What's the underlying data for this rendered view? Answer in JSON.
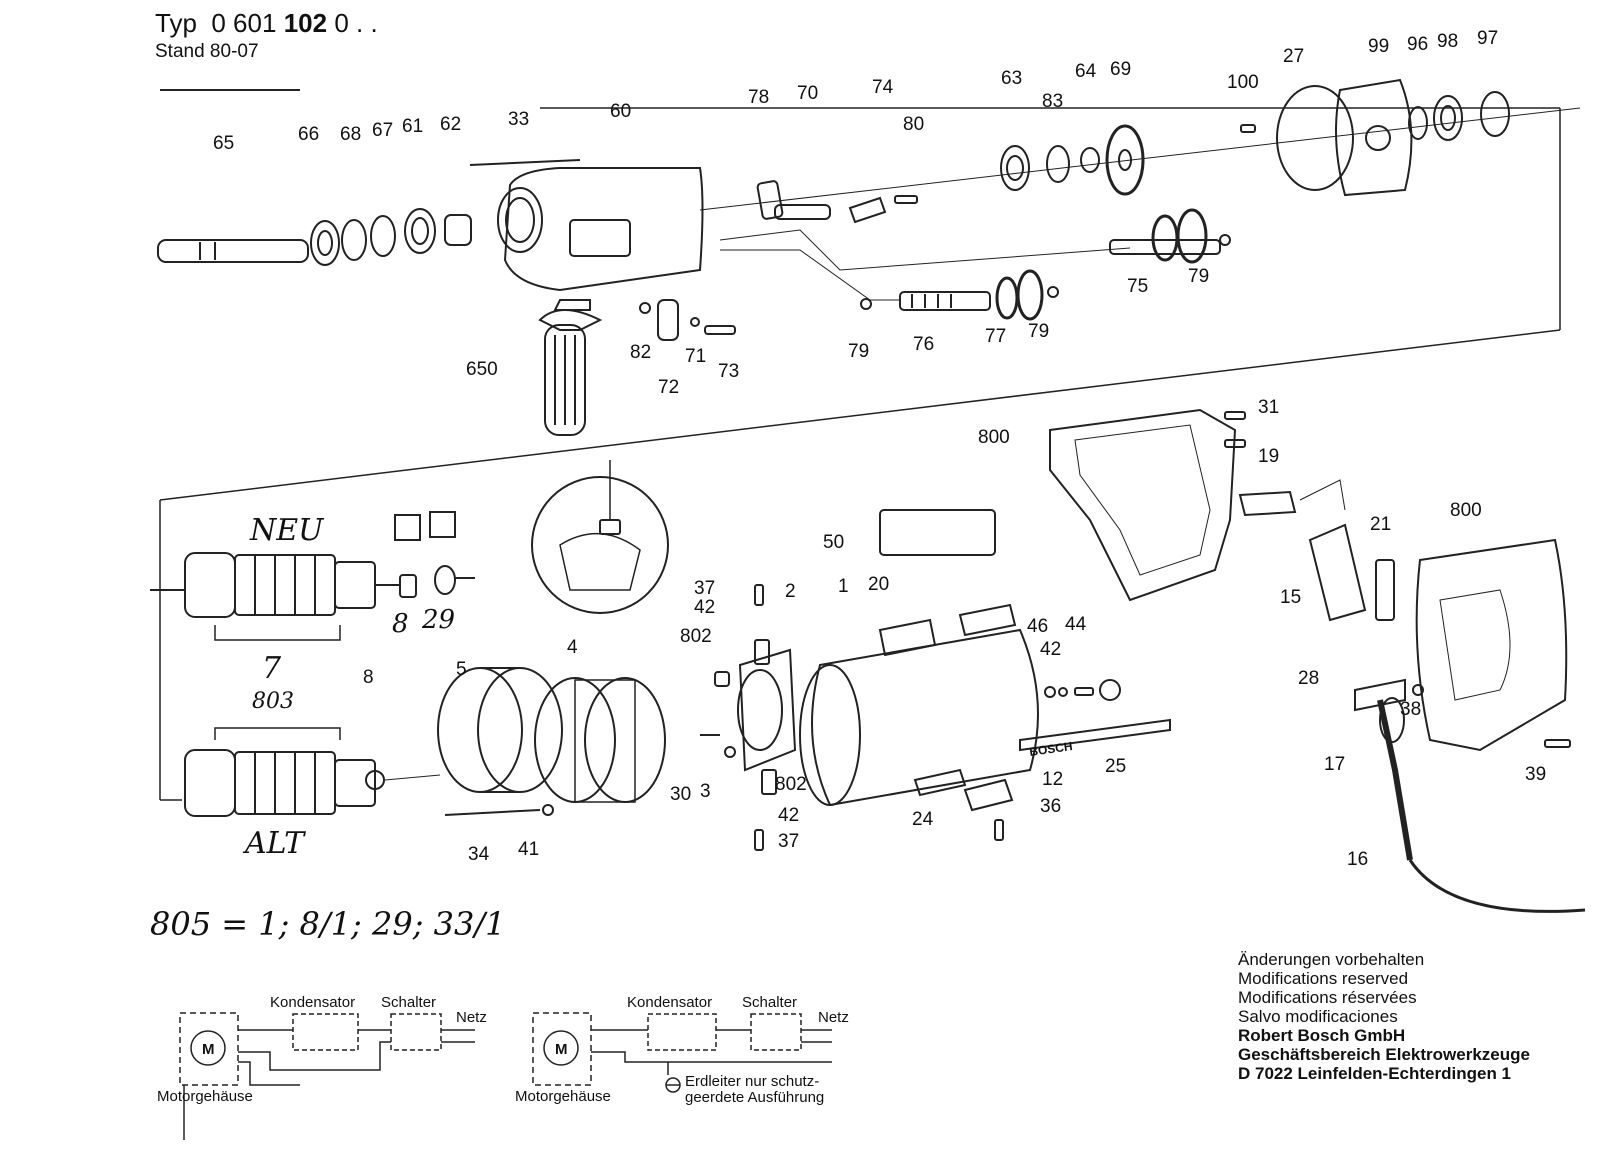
{
  "header": {
    "typ_label": "Typ",
    "typ_number": "0 601",
    "typ_number_bold": "102",
    "typ_suffix": "0 . .",
    "stand": "Stand 80-07"
  },
  "callouts": {
    "c65": "65",
    "c66": "66",
    "c68": "68",
    "c67": "67",
    "c61": "61",
    "c62": "62",
    "c33": "33",
    "c60": "60",
    "c78": "78",
    "c70": "70",
    "c74": "74",
    "c80": "80",
    "c63": "63",
    "c83": "83",
    "c64": "64",
    "c69": "69",
    "c100": "100",
    "c27": "27",
    "c99": "99",
    "c96": "96",
    "c98": "98",
    "c97": "97",
    "c75": "75",
    "c79a": "79",
    "c79b": "79",
    "c79c": "79",
    "c76": "76",
    "c77": "77",
    "c82": "82",
    "c71": "71",
    "c73": "73",
    "c72": "72",
    "c650": "650",
    "c31": "31",
    "c800a": "800",
    "c19": "19",
    "c800b": "800",
    "c21": "21",
    "c15": "15",
    "c28": "28",
    "c38": "38",
    "c17": "17",
    "c39": "39",
    "c16": "16",
    "c8a": "8",
    "c29": "29",
    "c7": "7",
    "c803": "803",
    "c8b": "8",
    "c5": "5",
    "c4": "4",
    "c37a": "37",
    "c42a": "42",
    "c802a": "802",
    "c2": "2",
    "c1": "1",
    "c20": "20",
    "c50": "50",
    "c46": "46",
    "c42b": "42",
    "c44": "44",
    "c30": "30",
    "c3": "3",
    "c802b": "802",
    "c42c": "42",
    "c37b": "37",
    "c34": "34",
    "c41": "41",
    "c24": "24",
    "c12": "12",
    "c36": "36",
    "c25": "25"
  },
  "hand_labels": {
    "neu": "NEU",
    "alt": "ALT"
  },
  "rail_brand": "BOSCH",
  "formula": "805 = 1; 8/1; 29; 33/1",
  "wiring": {
    "left": {
      "kondensator": "Kondensator",
      "schalter": "Schalter",
      "netz": "Netz",
      "motor": "Motorgehäuse",
      "m": "M"
    },
    "right": {
      "kondensator": "Kondensator",
      "schalter": "Schalter",
      "netz": "Netz",
      "motor": "Motorgehäuse",
      "m": "M",
      "erdleiter_1": "Erdleiter nur schutz-",
      "erdleiter_2": "geerdete Ausführung"
    }
  },
  "notes": {
    "de": "Änderungen vorbehalten",
    "en": "Modifications reserved",
    "fr": "Modifications réservées",
    "es": "Salvo modificaciones",
    "company": "Robert Bosch GmbH",
    "division": "Geschäftsbereich Elektrowerkzeuge",
    "address": "D 7022 Leinfelden-Echterdingen 1"
  }
}
